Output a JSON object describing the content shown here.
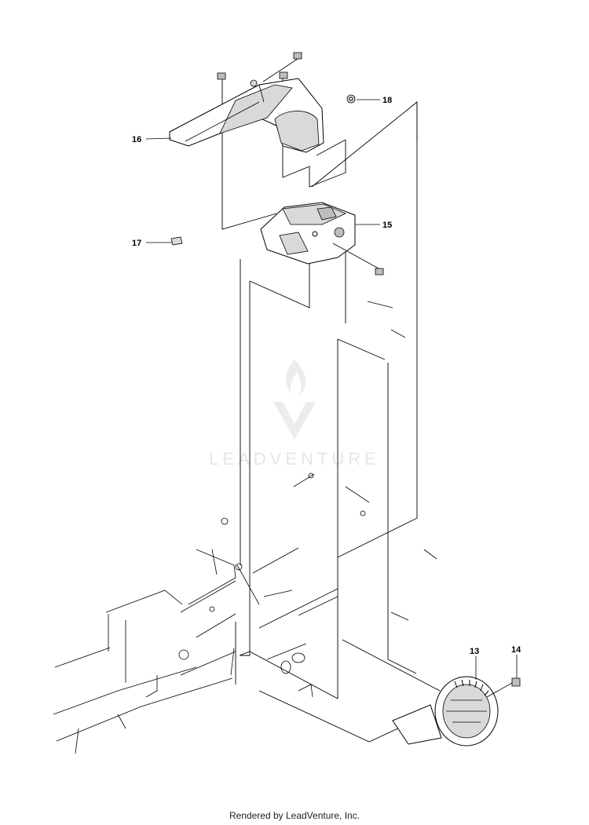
{
  "callouts": [
    {
      "number": "13",
      "part": "dial"
    },
    {
      "number": "14",
      "part": "screw"
    },
    {
      "number": "15",
      "part": "console-base"
    },
    {
      "number": "16",
      "part": "upper-cover"
    },
    {
      "number": "17",
      "part": "clip"
    },
    {
      "number": "18",
      "part": "nut"
    }
  ],
  "watermark": {
    "text": "LEADVENTURE"
  },
  "footer": {
    "text": "Rendered by LeadVenture, Inc."
  },
  "colors": {
    "line": "#000000",
    "shade": "#d9d9d9",
    "watermark": "#e6e6e6"
  }
}
